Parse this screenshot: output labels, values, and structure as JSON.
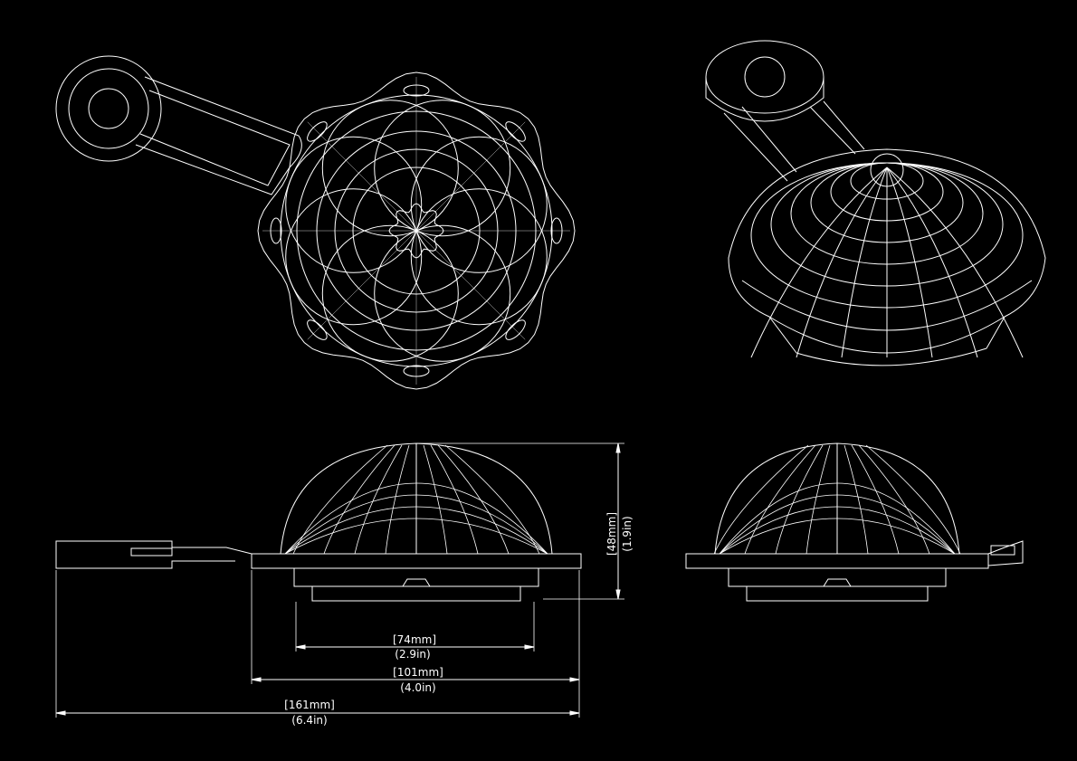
{
  "drawing": {
    "line_color": "#ffffff",
    "background": "#000000",
    "views": [
      "top-view",
      "isometric-view",
      "front-view",
      "side-view"
    ]
  },
  "dimensions": {
    "height": {
      "mm": "48mm",
      "in": "(1.9in)"
    },
    "foot_width": {
      "mm": "74mm",
      "in": "(2.9in)"
    },
    "base_width": {
      "mm": "101mm",
      "in": "(4.0in)"
    },
    "overall_length": {
      "mm": "161mm",
      "in": "(6.4in)"
    }
  }
}
